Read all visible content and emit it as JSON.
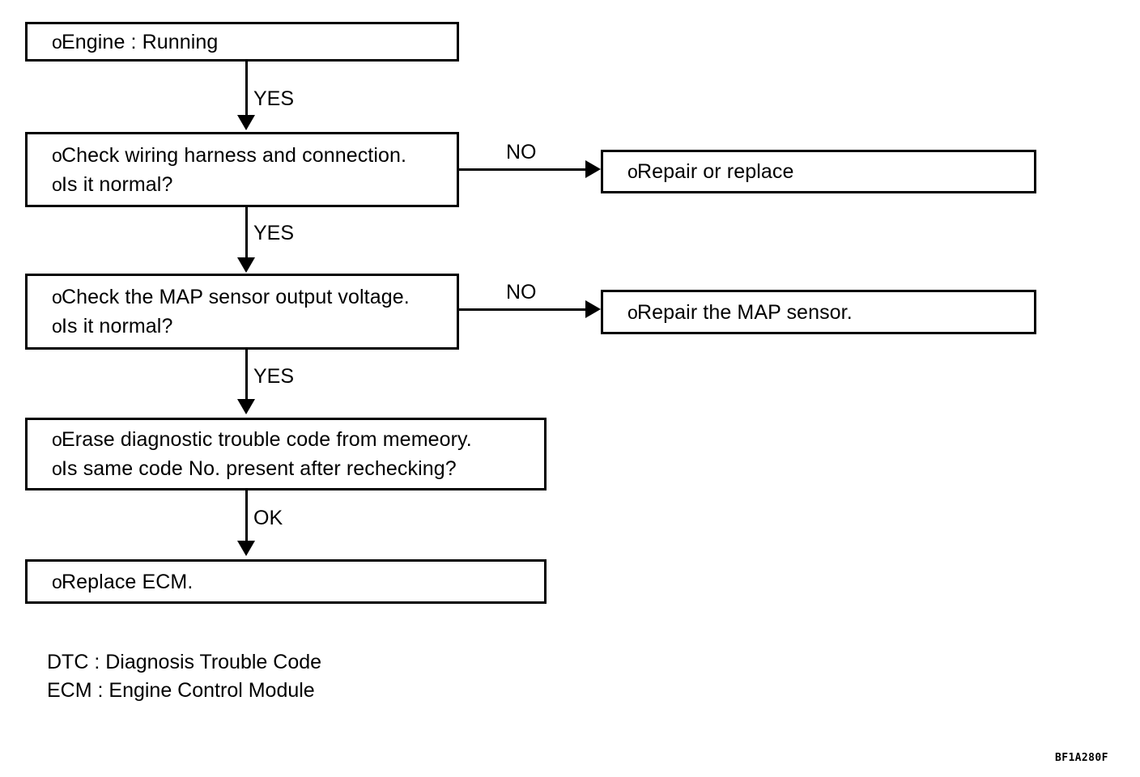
{
  "diagram": {
    "type": "flowchart",
    "figure_code": "BF1A280F",
    "bullet_glyph": "o",
    "nodes": [
      {
        "id": "start",
        "lines": [
          "Engine : Running"
        ]
      },
      {
        "id": "check-wiring",
        "lines": [
          "Check wiring harness and connection.",
          "Is it normal?"
        ]
      },
      {
        "id": "repair-or-replace",
        "lines": [
          "Repair or replace"
        ]
      },
      {
        "id": "check-map-voltage",
        "lines": [
          "Check the MAP sensor output voltage.",
          "Is it normal?"
        ]
      },
      {
        "id": "repair-map-sensor",
        "lines": [
          "Repair the MAP sensor."
        ]
      },
      {
        "id": "erase-dtc",
        "lines": [
          "Erase diagnostic trouble code from memeory.",
          "Is same code No. present after rechecking?"
        ]
      },
      {
        "id": "replace-ecm",
        "lines": [
          "Replace ECM."
        ]
      }
    ],
    "edges": [
      {
        "id": "start-to-wiring",
        "label": "YES"
      },
      {
        "id": "wiring-no",
        "label": "NO"
      },
      {
        "id": "wiring-to-map",
        "label": "YES"
      },
      {
        "id": "map-no",
        "label": "NO"
      },
      {
        "id": "map-to-erase",
        "label": "YES"
      },
      {
        "id": "erase-to-ecm",
        "label": "OK"
      }
    ],
    "legend": [
      "DTC : Diagnosis Trouble Code",
      "ECM : Engine Control Module"
    ]
  }
}
